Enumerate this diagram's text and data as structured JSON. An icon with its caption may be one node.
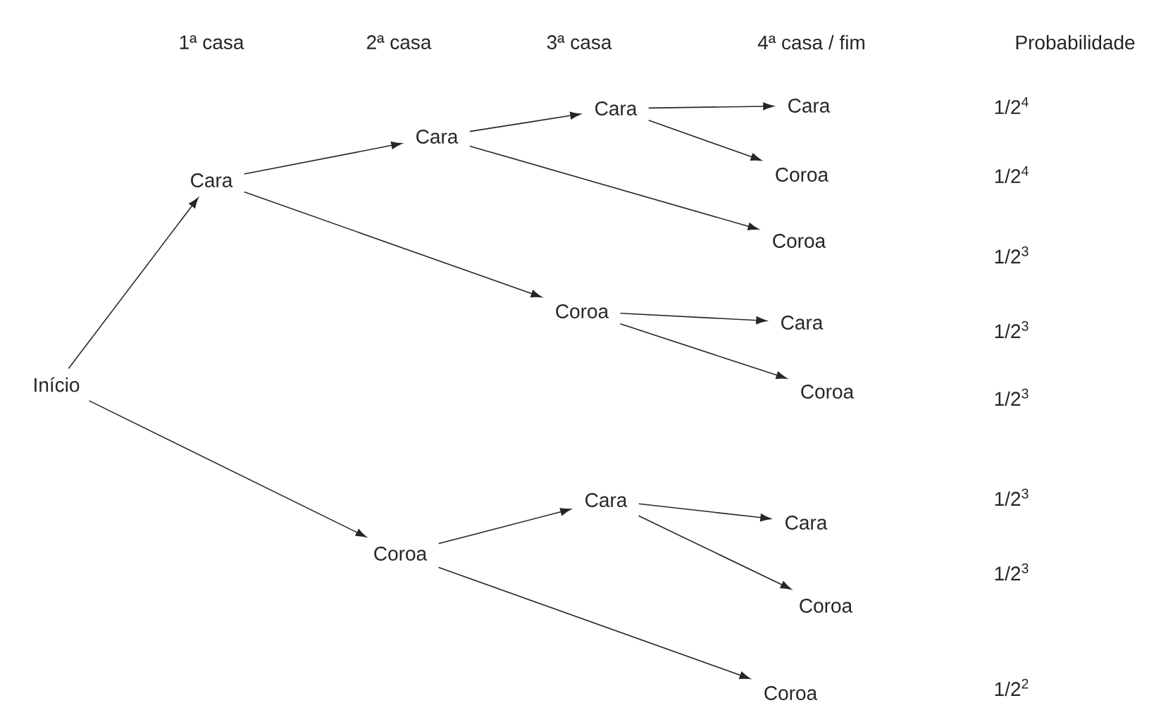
{
  "diagram": {
    "nodes": [
      {
        "text": [
          "Início"
        ]
      },
      {
        "text": [
          "Cara"
        ]
      },
      {
        "text": [
          "Cara"
        ]
      },
      {
        "text": [
          "Cara"
        ]
      },
      {
        "text": [
          "Cara"
        ]
      },
      {
        "text": [
          "Coroa"
        ]
      },
      {
        "text": [
          "Coroa"
        ]
      },
      {
        "text": [
          "Coroa"
        ]
      },
      {
        "text": [
          "Cara"
        ]
      },
      {
        "text": [
          "Coroa"
        ]
      },
      {
        "text": [
          "Coroa"
        ]
      },
      {
        "text": [
          "Cara"
        ]
      },
      {
        "text": [
          "Cara"
        ]
      },
      {
        "text": [
          "Coroa"
        ]
      },
      {
        "text": [
          "Coroa"
        ]
      }
    ],
    "edges": [
      {
        "from": 0,
        "to": 1,
        "arrow": "to"
      },
      {
        "from": 1,
        "to": 2,
        "arrow": "to"
      },
      {
        "from": 2,
        "to": 3,
        "arrow": "to"
      },
      {
        "from": 3,
        "to": 4,
        "arrow": "to"
      },
      {
        "from": 3,
        "to": 5,
        "arrow": "to"
      },
      {
        "from": 2,
        "to": 6,
        "arrow": "to"
      },
      {
        "from": 1,
        "to": 7,
        "arrow": "to"
      },
      {
        "from": 7,
        "to": 8,
        "arrow": "to"
      },
      {
        "from": 7,
        "to": 9,
        "arrow": "to"
      },
      {
        "from": 0,
        "to": 10,
        "arrow": "to"
      },
      {
        "from": 10,
        "to": 11,
        "arrow": "to"
      },
      {
        "from": 11,
        "to": 12,
        "arrow": "to"
      },
      {
        "from": 11,
        "to": 13,
        "arrow": "to"
      },
      {
        "from": 10,
        "to": 14,
        "arrow": "to"
      }
    ],
    "labels": [
      "1ª casa",
      "2ª casa",
      "3ª casa",
      "4ª casa / fim",
      "Probabilidade",
      "1/2$^{4}$",
      "1/2$^{4}$",
      "1/2$^{3}$",
      "1/2$^{3}$",
      "1/2$^{3}$",
      "1/2$^{3}$",
      "1/2$^{3}$",
      "1/2$^{2}$"
    ]
  }
}
